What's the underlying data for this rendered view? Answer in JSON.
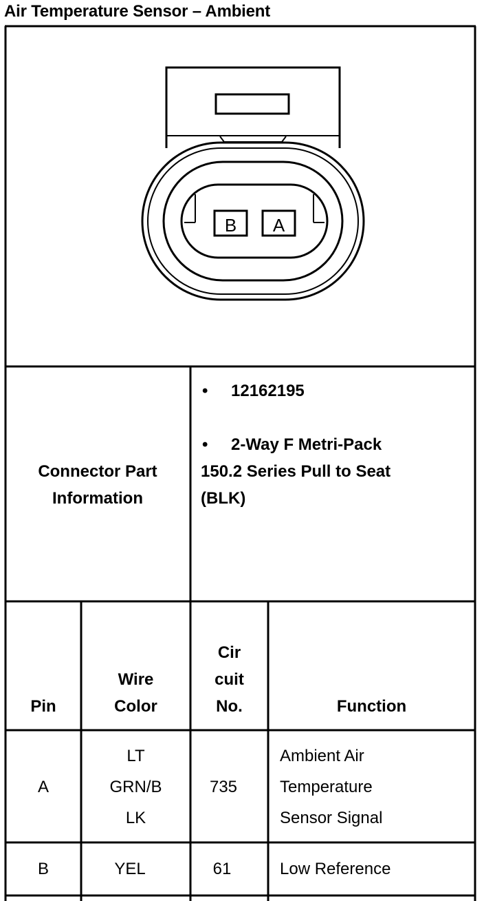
{
  "title": "Air Temperature Sensor – Ambient",
  "connector": {
    "pin_labels": [
      "B",
      "A"
    ]
  },
  "connector_info": {
    "label_line1": "Connector Part",
    "label_line2": "Information",
    "bullet": "•",
    "part_number": "12162195",
    "description_line1": "2-Way F Metri-Pack",
    "description_line2": "150.2 Series Pull to Seat",
    "description_line3": "(BLK)"
  },
  "table": {
    "headers": {
      "pin": "Pin",
      "wire_color_line1": "Wire",
      "wire_color_line2": "Color",
      "circuit_line1": "Cir",
      "circuit_line2": "cuit",
      "circuit_line3": "No.",
      "function": "Function"
    },
    "rows": [
      {
        "pin": "A",
        "wire_color_line1": "LT",
        "wire_color_line2": "GRN/B",
        "wire_color_line3": "LK",
        "circuit": "735",
        "function_line1": "Ambient Air",
        "function_line2": "Temperature",
        "function_line3": "Sensor Signal"
      },
      {
        "pin": "B",
        "wire_color": "YEL",
        "circuit": "61",
        "function": "Low Reference"
      }
    ]
  }
}
